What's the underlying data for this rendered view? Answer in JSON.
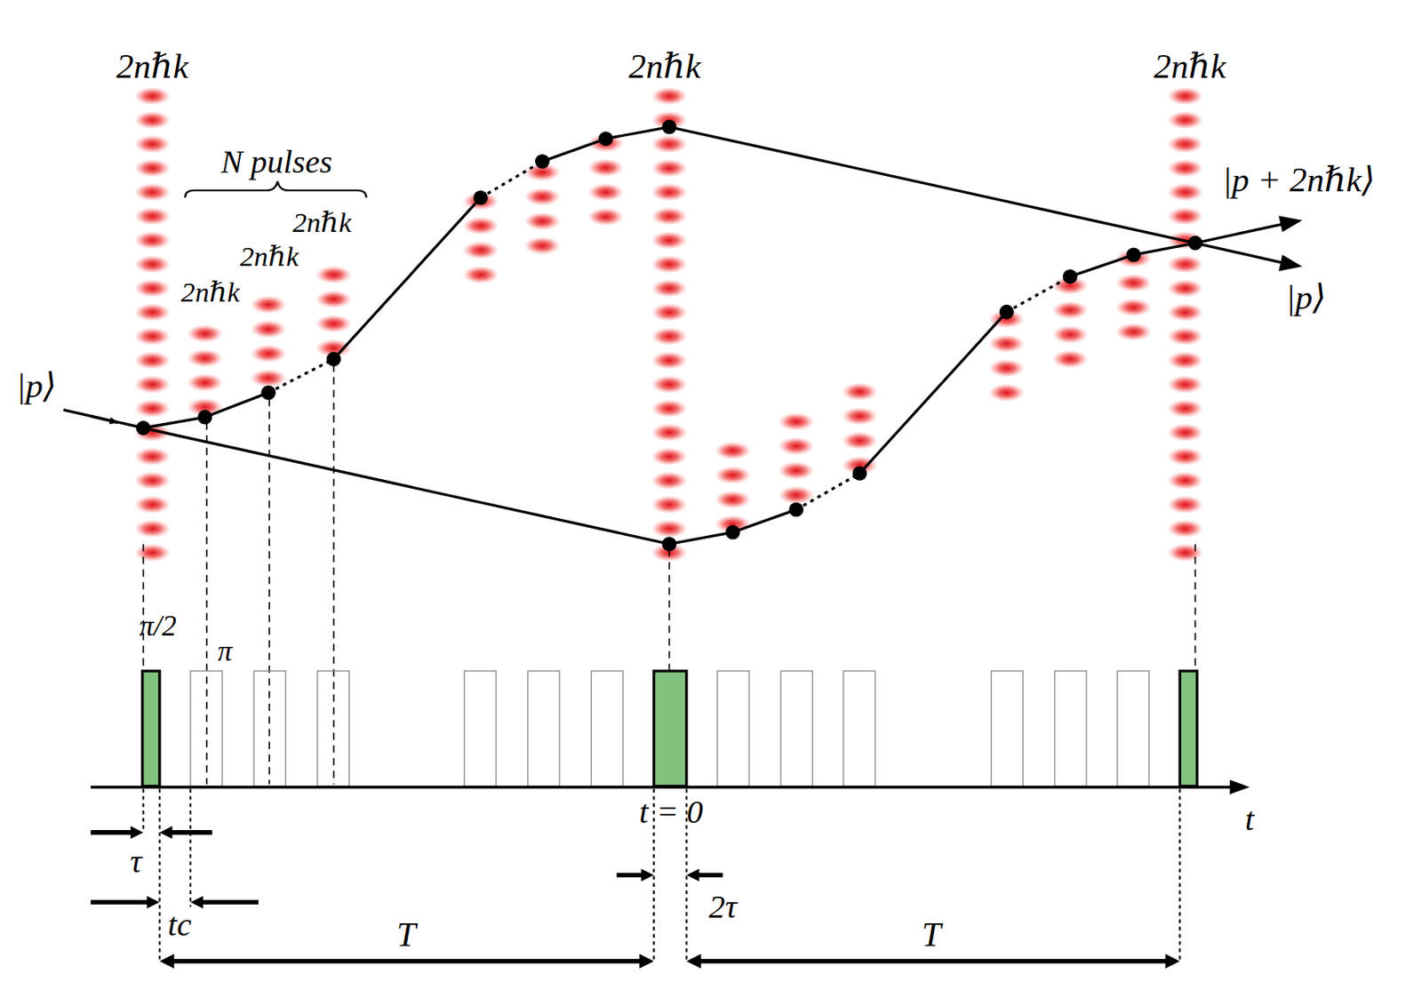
{
  "diagram": {
    "labels": [
      "2nℏk",
      "N pulses",
      "2nℏk",
      "2nℏk",
      "2nℏk",
      "2nℏk",
      "2nℏk",
      "|p + 2nℏk⟩",
      "|p⟩",
      "|p⟩",
      "π/2",
      "π",
      "t = 0",
      "t",
      "τ",
      "tc",
      "2τ",
      "T",
      "T"
    ]
  }
}
